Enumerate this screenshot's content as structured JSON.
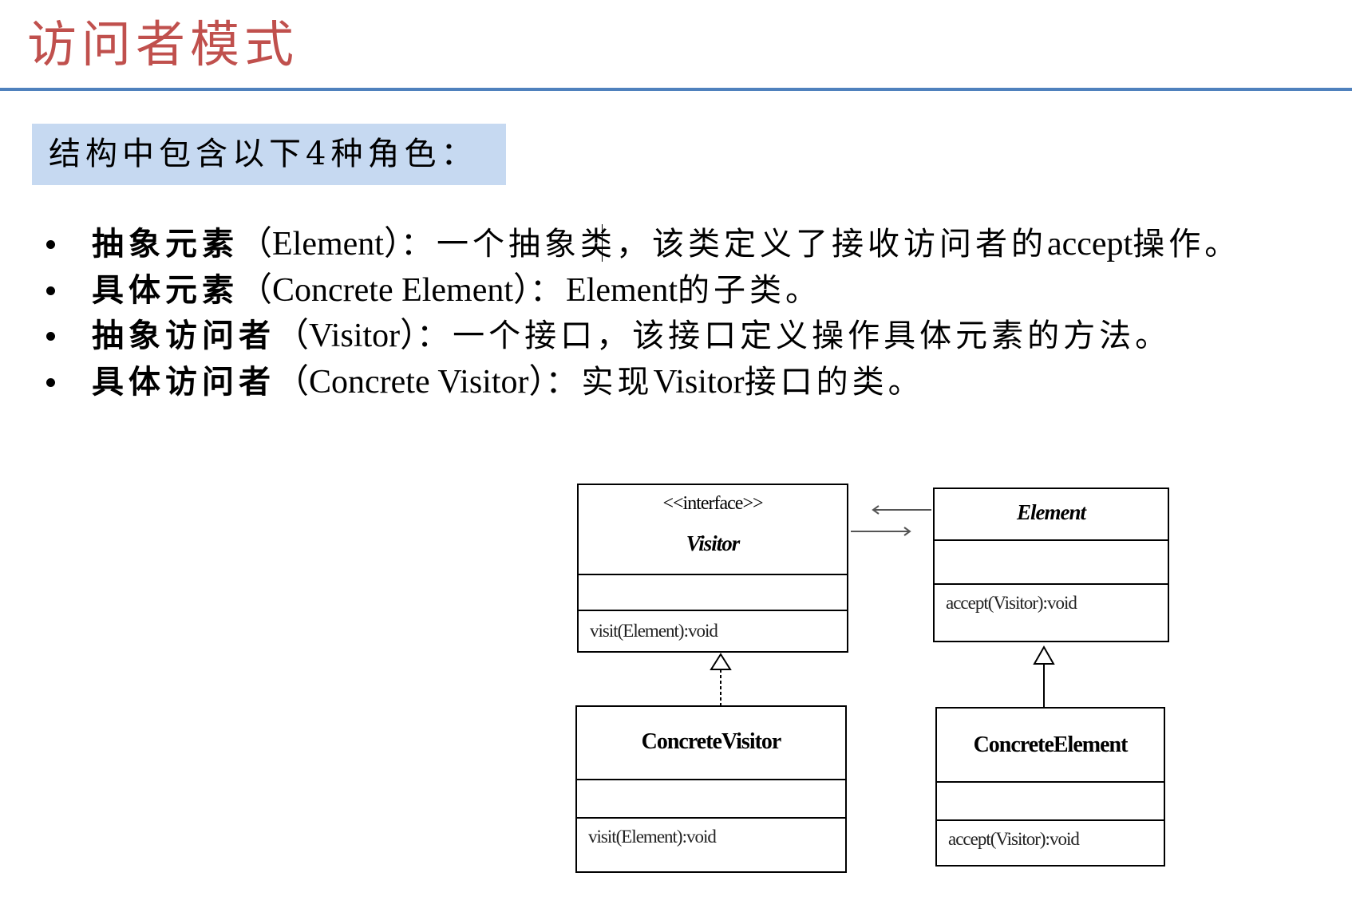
{
  "slide": {
    "title": "访问者模式",
    "intro": "结构中包含以下4种角色：",
    "colors": {
      "title": "#C0504D",
      "rule": "#4F81BD",
      "highlight_bg": "#C6D9F1"
    }
  },
  "roles": [
    {
      "name": "抽象元素",
      "english": "（Element）",
      "desc_before_caret": "：一个抽",
      "desc_after_caret": "象类，该类定义了接收访问者的",
      "desc_latin": "accept",
      "desc_tail": "操作。"
    },
    {
      "name": "具体元素",
      "english": "（Concrete Element）",
      "desc_before_caret": "：",
      "desc_latin": "Element",
      "desc_tail": "的子类。"
    },
    {
      "name": "抽象访问者",
      "english": "（Visitor）",
      "desc_before_caret": "：一个接口，该接口定义操作具体元素的方法。"
    },
    {
      "name": "具体访问者",
      "english": "（Concrete Visitor）",
      "desc_before_caret": "：实现",
      "desc_latin": "Visitor",
      "desc_tail": "接口的类。"
    }
  ],
  "diagram": {
    "visitor": {
      "stereotype": "<<interface>>",
      "name": "Visitor",
      "attributes": "",
      "operation": "visit(Element):void"
    },
    "element": {
      "name": "Element",
      "attributes": "",
      "operation": "accept(Visitor):void"
    },
    "concrete_visitor": {
      "name": "ConcreteVisitor",
      "attributes": "",
      "operation": "visit(Element):void"
    },
    "concrete_element": {
      "name": "ConcreteElement",
      "attributes": "",
      "operation": "accept(Visitor):void"
    },
    "relations": [
      {
        "from": "Element",
        "to": "Visitor",
        "type": "association-arrow"
      },
      {
        "from": "Visitor",
        "to": "Element",
        "type": "association-arrow"
      },
      {
        "from": "ConcreteVisitor",
        "to": "Visitor",
        "type": "realization"
      },
      {
        "from": "ConcreteElement",
        "to": "Element",
        "type": "generalization"
      }
    ]
  }
}
